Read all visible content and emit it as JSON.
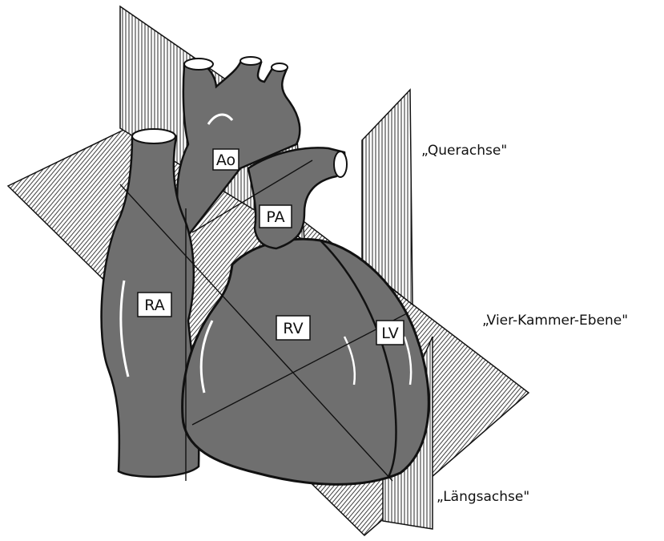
{
  "structures": {
    "ao": "Ao",
    "pa": "PA",
    "ra": "RA",
    "rv": "RV",
    "lv": "LV"
  },
  "planes": {
    "querachse": "„Querachse\"",
    "vier_kammer_ebene": "„Vier-Kammer-Ebene\"",
    "laengsachse": "„Längsachse\""
  },
  "colors": {
    "heart_fill": "#6f6f6f",
    "outline": "#111111",
    "hatch": "#2a2a2a",
    "label_box": "#ffffff"
  }
}
